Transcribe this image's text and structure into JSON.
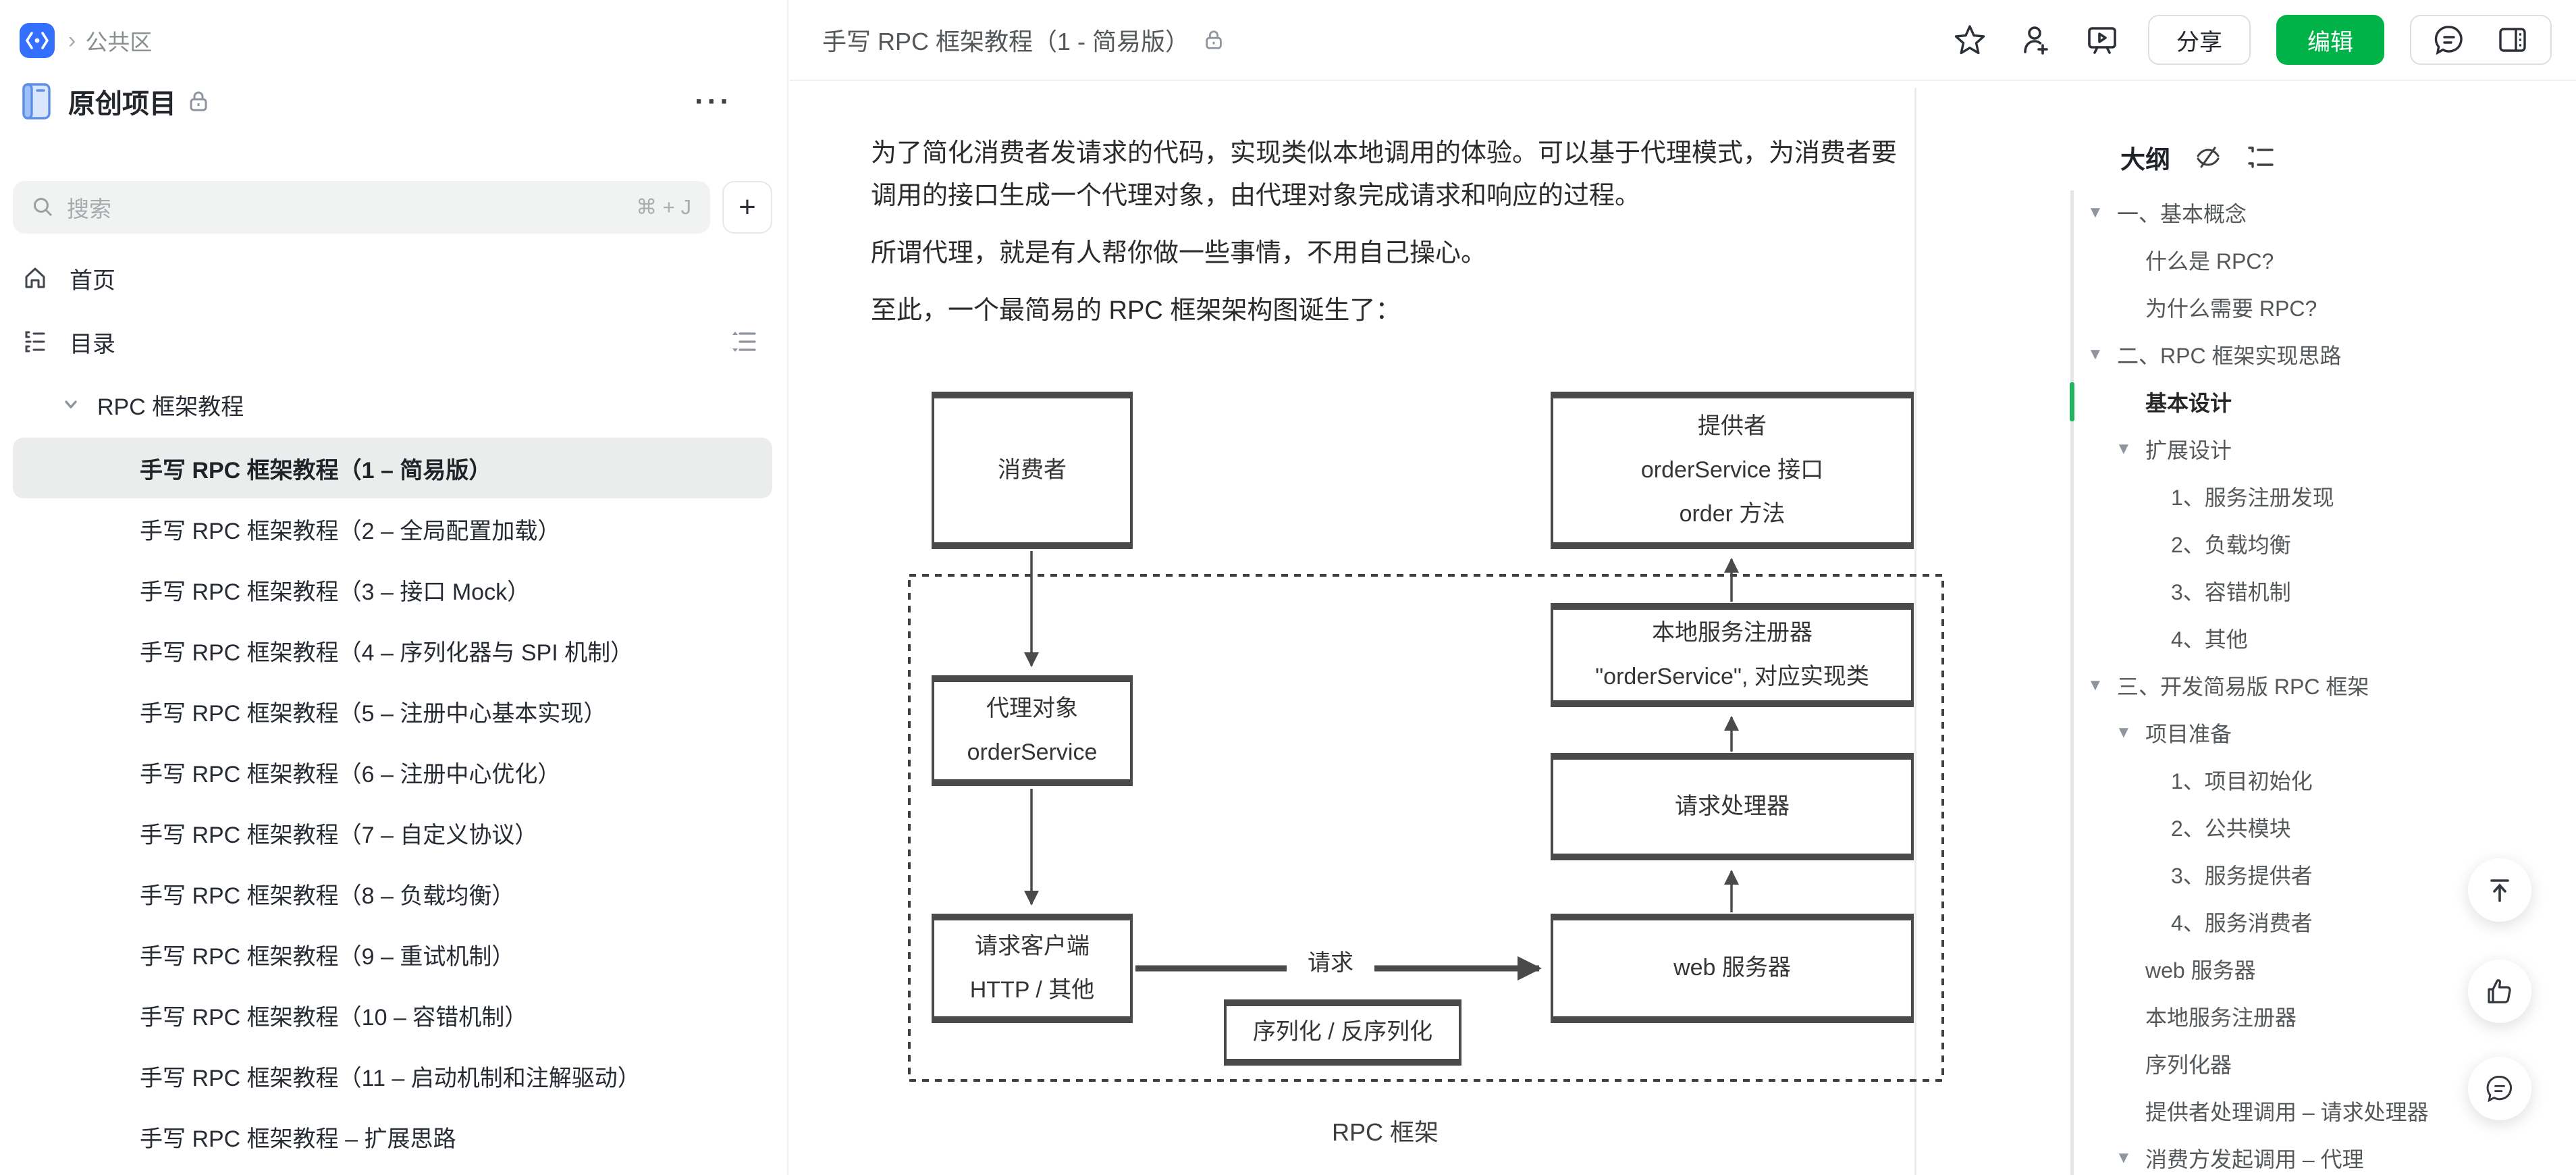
{
  "workspace": {
    "breadcrumb": "公共区",
    "crumb_sep": "›"
  },
  "book": {
    "title": "原创项目",
    "menu": "···"
  },
  "search": {
    "placeholder": "搜索",
    "shortcut": "⌘ + J",
    "add_label": "+"
  },
  "nav": {
    "home": "首页",
    "catalog": "目录"
  },
  "tree": {
    "parent": "RPC 框架教程"
  },
  "sidebar": {
    "docs": [
      {
        "label": "手写 RPC 框架教程（1 – 简易版）",
        "active": true
      },
      {
        "label": "手写 RPC 框架教程（2 – 全局配置加载）"
      },
      {
        "label": "手写 RPC 框架教程（3 – 接口 Mock）"
      },
      {
        "label": "手写 RPC 框架教程（4 – 序列化器与 SPI 机制）"
      },
      {
        "label": "手写 RPC 框架教程（5 – 注册中心基本实现）"
      },
      {
        "label": "手写 RPC 框架教程（6 – 注册中心优化）"
      },
      {
        "label": "手写 RPC 框架教程（7 – 自定义协议）"
      },
      {
        "label": "手写 RPC 框架教程（8 – 负载均衡）"
      },
      {
        "label": "手写 RPC 框架教程（9 – 重试机制）"
      },
      {
        "label": "手写 RPC 框架教程（10 – 容错机制）"
      },
      {
        "label": "手写 RPC 框架教程（11 – 启动机制和注解驱动）"
      },
      {
        "label": "手写 RPC 框架教程 – 扩展思路"
      }
    ]
  },
  "header": {
    "title": "手写 RPC 框架教程（1 - 简易版）",
    "share_label": "分享",
    "edit_label": "编辑"
  },
  "article": {
    "paragraphs": {
      "p1": "为了简化消费者发请求的代码，实现类似本地调用的体验。可以基于代理模式，为消费者要调用的接口生成一个代理对象，由代理对象完成请求和响应的过程。",
      "p2": "所谓代理，就是有人帮你做一些事情，不用自己操心。",
      "p3": "至此，一个最简易的 RPC 框架架构图诞生了："
    }
  },
  "diagram": {
    "boxes": {
      "consumer": "消费者",
      "provider": "提供者\norderService 接口\norder 方法",
      "proxy": "代理对象\norderService",
      "registry": "本地服务注册器\n\"orderService\", 对应实现类",
      "handler": "请求处理器",
      "client": "请求客户端\nHTTP / 其他",
      "web": "web 服务器",
      "serializer": "序列化 / 反序列化"
    },
    "request_label": "请求",
    "caption": "RPC 框架"
  },
  "outline": {
    "title": "大纲",
    "items": [
      {
        "level": 1,
        "label": "一、基本概念",
        "arrow": true
      },
      {
        "level": 2,
        "label": "什么是 RPC?"
      },
      {
        "level": 2,
        "label": "为什么需要 RPC?"
      },
      {
        "level": 1,
        "label": "二、RPC 框架实现思路",
        "arrow": true
      },
      {
        "level": 2,
        "label": "基本设计",
        "active": true
      },
      {
        "level": 2,
        "label": "扩展设计",
        "arrow": true
      },
      {
        "level": 3,
        "label": "1、服务注册发现"
      },
      {
        "level": 3,
        "label": "2、负载均衡"
      },
      {
        "level": 3,
        "label": "3、容错机制"
      },
      {
        "level": 3,
        "label": "4、其他"
      },
      {
        "level": 1,
        "label": "三、开发简易版 RPC 框架",
        "arrow": true
      },
      {
        "level": 2,
        "label": "项目准备",
        "arrow": true
      },
      {
        "level": 3,
        "label": "1、项目初始化"
      },
      {
        "level": 3,
        "label": "2、公共模块"
      },
      {
        "level": 3,
        "label": "3、服务提供者"
      },
      {
        "level": 3,
        "label": "4、服务消费者"
      },
      {
        "level": 2,
        "label": "web 服务器"
      },
      {
        "level": 2,
        "label": "本地服务注册器"
      },
      {
        "level": 2,
        "label": "序列化器"
      },
      {
        "level": 2,
        "label": "提供者处理调用 – 请求处理器"
      },
      {
        "level": 2,
        "label": "消费方发起调用 – 代理",
        "arrow": true
      }
    ]
  },
  "colors": {
    "accent_green": "#00b348",
    "logo_blue": "#3370ff",
    "outline_active": "#22b35e"
  }
}
